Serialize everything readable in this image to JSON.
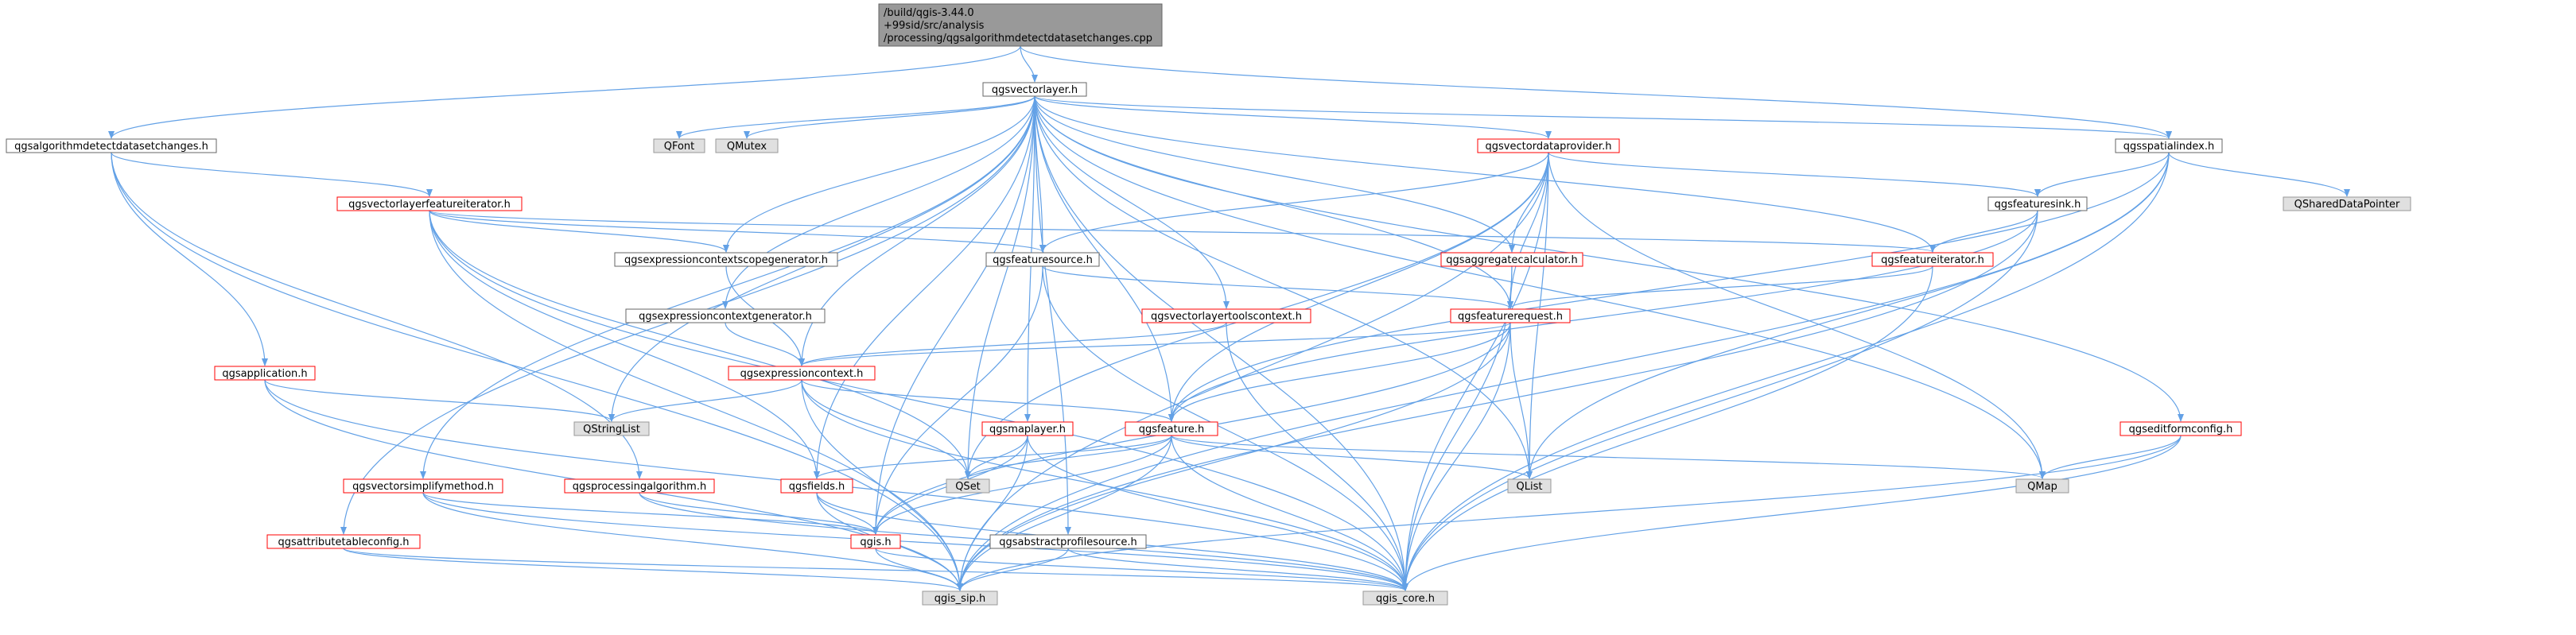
{
  "colors": {
    "edge": "#63a1e6",
    "root_fill": "#999999",
    "normal_fill": "#ffffff",
    "normal_stroke": "#666666",
    "red_stroke": "#ff0000",
    "external_fill": "#e0e0e0",
    "external_stroke": "#999999",
    "text": "#000000"
  },
  "nodes": [
    {
      "id": "root",
      "kind": "root",
      "lines": [
        "/build/qgis-3.44.0",
        "+99sid/src/analysis",
        "/processing/qgsalgorithmdetectdatasetchanges.cpp"
      ]
    },
    {
      "id": "vectorlayer",
      "kind": "normal",
      "lines": [
        "qgsvectorlayer.h"
      ]
    },
    {
      "id": "algdetect",
      "kind": "normal",
      "lines": [
        "qgsalgorithmdetectdatasetchanges.h"
      ]
    },
    {
      "id": "qfont",
      "kind": "external",
      "lines": [
        "QFont"
      ]
    },
    {
      "id": "qmutex",
      "kind": "external",
      "lines": [
        "QMutex"
      ]
    },
    {
      "id": "vectordataprovider",
      "kind": "red",
      "lines": [
        "qgsvectordataprovider.h"
      ]
    },
    {
      "id": "spatialindex",
      "kind": "normal",
      "lines": [
        "qgsspatialindex.h"
      ]
    },
    {
      "id": "qshareddatapointer",
      "kind": "external",
      "lines": [
        "QSharedDataPointer"
      ]
    },
    {
      "id": "vlfeatureiterator",
      "kind": "red",
      "lines": [
        "qgsvectorlayerfeatureiterator.h"
      ]
    },
    {
      "id": "featuresink",
      "kind": "normal",
      "lines": [
        "qgsfeaturesink.h"
      ]
    },
    {
      "id": "exprscopegen",
      "kind": "normal",
      "lines": [
        "qgsexpressioncontextscopegenerator.h"
      ]
    },
    {
      "id": "featuresource",
      "kind": "normal",
      "lines": [
        "qgsfeaturesource.h"
      ]
    },
    {
      "id": "aggregatecalc",
      "kind": "red",
      "lines": [
        "qgsaggregatecalculator.h"
      ]
    },
    {
      "id": "featureiterator",
      "kind": "red",
      "lines": [
        "qgsfeatureiterator.h"
      ]
    },
    {
      "id": "exprctxgen",
      "kind": "normal",
      "lines": [
        "qgsexpressioncontextgenerator.h"
      ]
    },
    {
      "id": "vltoolscontext",
      "kind": "red",
      "lines": [
        "qgsvectorlayertoolscontext.h"
      ]
    },
    {
      "id": "featurerequest",
      "kind": "red",
      "lines": [
        "qgsfeaturerequest.h"
      ]
    },
    {
      "id": "application",
      "kind": "red",
      "lines": [
        "qgsapplication.h"
      ]
    },
    {
      "id": "exprcontext",
      "kind": "red",
      "lines": [
        "qgsexpressioncontext.h"
      ]
    },
    {
      "id": "qstringlist",
      "kind": "external",
      "lines": [
        "QStringList"
      ]
    },
    {
      "id": "maplayer",
      "kind": "red",
      "lines": [
        "qgsmaplayer.h"
      ]
    },
    {
      "id": "feature",
      "kind": "red",
      "lines": [
        "qgsfeature.h"
      ]
    },
    {
      "id": "editformconfig",
      "kind": "red",
      "lines": [
        "qgseditformconfig.h"
      ]
    },
    {
      "id": "vsimplify",
      "kind": "red",
      "lines": [
        "qgsvectorsimplifymethod.h"
      ]
    },
    {
      "id": "procalg",
      "kind": "red",
      "lines": [
        "qgsprocessingalgorithm.h"
      ]
    },
    {
      "id": "fields",
      "kind": "red",
      "lines": [
        "qgsfields.h"
      ]
    },
    {
      "id": "qset",
      "kind": "external",
      "lines": [
        "QSet"
      ]
    },
    {
      "id": "qlist",
      "kind": "external",
      "lines": [
        "QList"
      ]
    },
    {
      "id": "qmap",
      "kind": "external",
      "lines": [
        "QMap"
      ]
    },
    {
      "id": "attrtableconfig",
      "kind": "red",
      "lines": [
        "qgsattributetableconfig.h"
      ]
    },
    {
      "id": "qgis",
      "kind": "red",
      "lines": [
        "qgis.h"
      ]
    },
    {
      "id": "absprofilesource",
      "kind": "normal",
      "lines": [
        "qgsabstractprofilesource.h"
      ]
    },
    {
      "id": "qgissip",
      "kind": "external",
      "lines": [
        "qgis_sip.h"
      ]
    },
    {
      "id": "qgiscore",
      "kind": "external",
      "lines": [
        "qgis_core.h"
      ]
    }
  ],
  "edges": [
    [
      "root",
      "vectorlayer"
    ],
    [
      "root",
      "algdetect"
    ],
    [
      "root",
      "spatialindex"
    ],
    [
      "vectorlayer",
      "qfont"
    ],
    [
      "vectorlayer",
      "qmutex"
    ],
    [
      "vectorlayer",
      "vectordataprovider"
    ],
    [
      "vectorlayer",
      "spatialindex"
    ],
    [
      "vectorlayer",
      "exprscopegen"
    ],
    [
      "vectorlayer",
      "featuresource"
    ],
    [
      "vectorlayer",
      "aggregatecalc"
    ],
    [
      "vectorlayer",
      "featureiterator"
    ],
    [
      "vectorlayer",
      "exprctxgen"
    ],
    [
      "vectorlayer",
      "vltoolscontext"
    ],
    [
      "vectorlayer",
      "featurerequest"
    ],
    [
      "vectorlayer",
      "exprcontext"
    ],
    [
      "vectorlayer",
      "qstringlist"
    ],
    [
      "vectorlayer",
      "maplayer"
    ],
    [
      "vectorlayer",
      "feature"
    ],
    [
      "vectorlayer",
      "editformconfig"
    ],
    [
      "vectorlayer",
      "vsimplify"
    ],
    [
      "vectorlayer",
      "fields"
    ],
    [
      "vectorlayer",
      "qset"
    ],
    [
      "vectorlayer",
      "qlist"
    ],
    [
      "vectorlayer",
      "qmap"
    ],
    [
      "vectorlayer",
      "attrtableconfig"
    ],
    [
      "vectorlayer",
      "qgis"
    ],
    [
      "vectorlayer",
      "absprofilesource"
    ],
    [
      "vectorlayer",
      "qgiscore"
    ],
    [
      "algdetect",
      "vlfeatureiterator"
    ],
    [
      "algdetect",
      "application"
    ],
    [
      "algdetect",
      "procalg"
    ],
    [
      "algdetect",
      "qgissip"
    ],
    [
      "vectordataprovider",
      "featuresink"
    ],
    [
      "vectordataprovider",
      "featuresource"
    ],
    [
      "vectordataprovider",
      "aggregatecalc"
    ],
    [
      "vectordataprovider",
      "featurerequest"
    ],
    [
      "vectordataprovider",
      "feature"
    ],
    [
      "vectordataprovider",
      "qset"
    ],
    [
      "vectordataprovider",
      "qlist"
    ],
    [
      "vectordataprovider",
      "qmap"
    ],
    [
      "vectordataprovider",
      "qgissip"
    ],
    [
      "vectordataprovider",
      "qgiscore"
    ],
    [
      "spatialindex",
      "qshareddatapointer"
    ],
    [
      "spatialindex",
      "featuresink"
    ],
    [
      "spatialindex",
      "feature"
    ],
    [
      "spatialindex",
      "qlist"
    ],
    [
      "spatialindex",
      "qgissip"
    ],
    [
      "spatialindex",
      "qgiscore"
    ],
    [
      "vlfeatureiterator",
      "exprscopegen"
    ],
    [
      "vlfeatureiterator",
      "featureiterator"
    ],
    [
      "vlfeatureiterator",
      "featuresource"
    ],
    [
      "vlfeatureiterator",
      "fields"
    ],
    [
      "vlfeatureiterator",
      "qset"
    ],
    [
      "vlfeatureiterator",
      "qgissip"
    ],
    [
      "vlfeatureiterator",
      "qgiscore"
    ],
    [
      "featuresink",
      "featureiterator"
    ],
    [
      "featuresink",
      "feature"
    ],
    [
      "featuresink",
      "qgissip"
    ],
    [
      "featuresink",
      "qgiscore"
    ],
    [
      "exprscopegen",
      "exprcontext"
    ],
    [
      "featuresource",
      "featurerequest"
    ],
    [
      "featuresource",
      "qgis"
    ],
    [
      "featuresource",
      "qgiscore"
    ],
    [
      "aggregatecalc",
      "featurerequest"
    ],
    [
      "aggregatecalc",
      "qgiscore"
    ],
    [
      "featureiterator",
      "featurerequest"
    ],
    [
      "featureiterator",
      "qgiscore"
    ],
    [
      "exprctxgen",
      "exprcontext"
    ],
    [
      "vltoolscontext",
      "exprcontext"
    ],
    [
      "vltoolscontext",
      "qgiscore"
    ],
    [
      "featurerequest",
      "exprcontext"
    ],
    [
      "featurerequest",
      "feature"
    ],
    [
      "featurerequest",
      "qlist"
    ],
    [
      "featurerequest",
      "qgis"
    ],
    [
      "featurerequest",
      "qgissip"
    ],
    [
      "featurerequest",
      "qgiscore"
    ],
    [
      "application",
      "qstringlist"
    ],
    [
      "application",
      "qgissip"
    ],
    [
      "application",
      "qgiscore"
    ],
    [
      "exprcontext",
      "qstringlist"
    ],
    [
      "exprcontext",
      "feature"
    ],
    [
      "exprcontext",
      "qset"
    ],
    [
      "exprcontext",
      "qgissip"
    ],
    [
      "exprcontext",
      "qgiscore"
    ],
    [
      "maplayer",
      "qset"
    ],
    [
      "maplayer",
      "qgis"
    ],
    [
      "maplayer",
      "qgissip"
    ],
    [
      "maplayer",
      "qgiscore"
    ],
    [
      "feature",
      "fields"
    ],
    [
      "feature",
      "qset"
    ],
    [
      "feature",
      "qlist"
    ],
    [
      "feature",
      "qmap"
    ],
    [
      "feature",
      "qgis"
    ],
    [
      "feature",
      "qgissip"
    ],
    [
      "feature",
      "qgiscore"
    ],
    [
      "editformconfig",
      "qmap"
    ],
    [
      "editformconfig",
      "qgissip"
    ],
    [
      "editformconfig",
      "qgiscore"
    ],
    [
      "vsimplify",
      "qgis"
    ],
    [
      "vsimplify",
      "qgissip"
    ],
    [
      "vsimplify",
      "qgiscore"
    ],
    [
      "procalg",
      "qgis"
    ],
    [
      "procalg",
      "qgiscore"
    ],
    [
      "fields",
      "qgis"
    ],
    [
      "fields",
      "qgissip"
    ],
    [
      "fields",
      "qgiscore"
    ],
    [
      "attrtableconfig",
      "qgissip"
    ],
    [
      "attrtableconfig",
      "qgiscore"
    ],
    [
      "qgis",
      "qgissip"
    ],
    [
      "qgis",
      "qgiscore"
    ],
    [
      "absprofilesource",
      "qgissip"
    ],
    [
      "absprofilesource",
      "qgiscore"
    ]
  ]
}
